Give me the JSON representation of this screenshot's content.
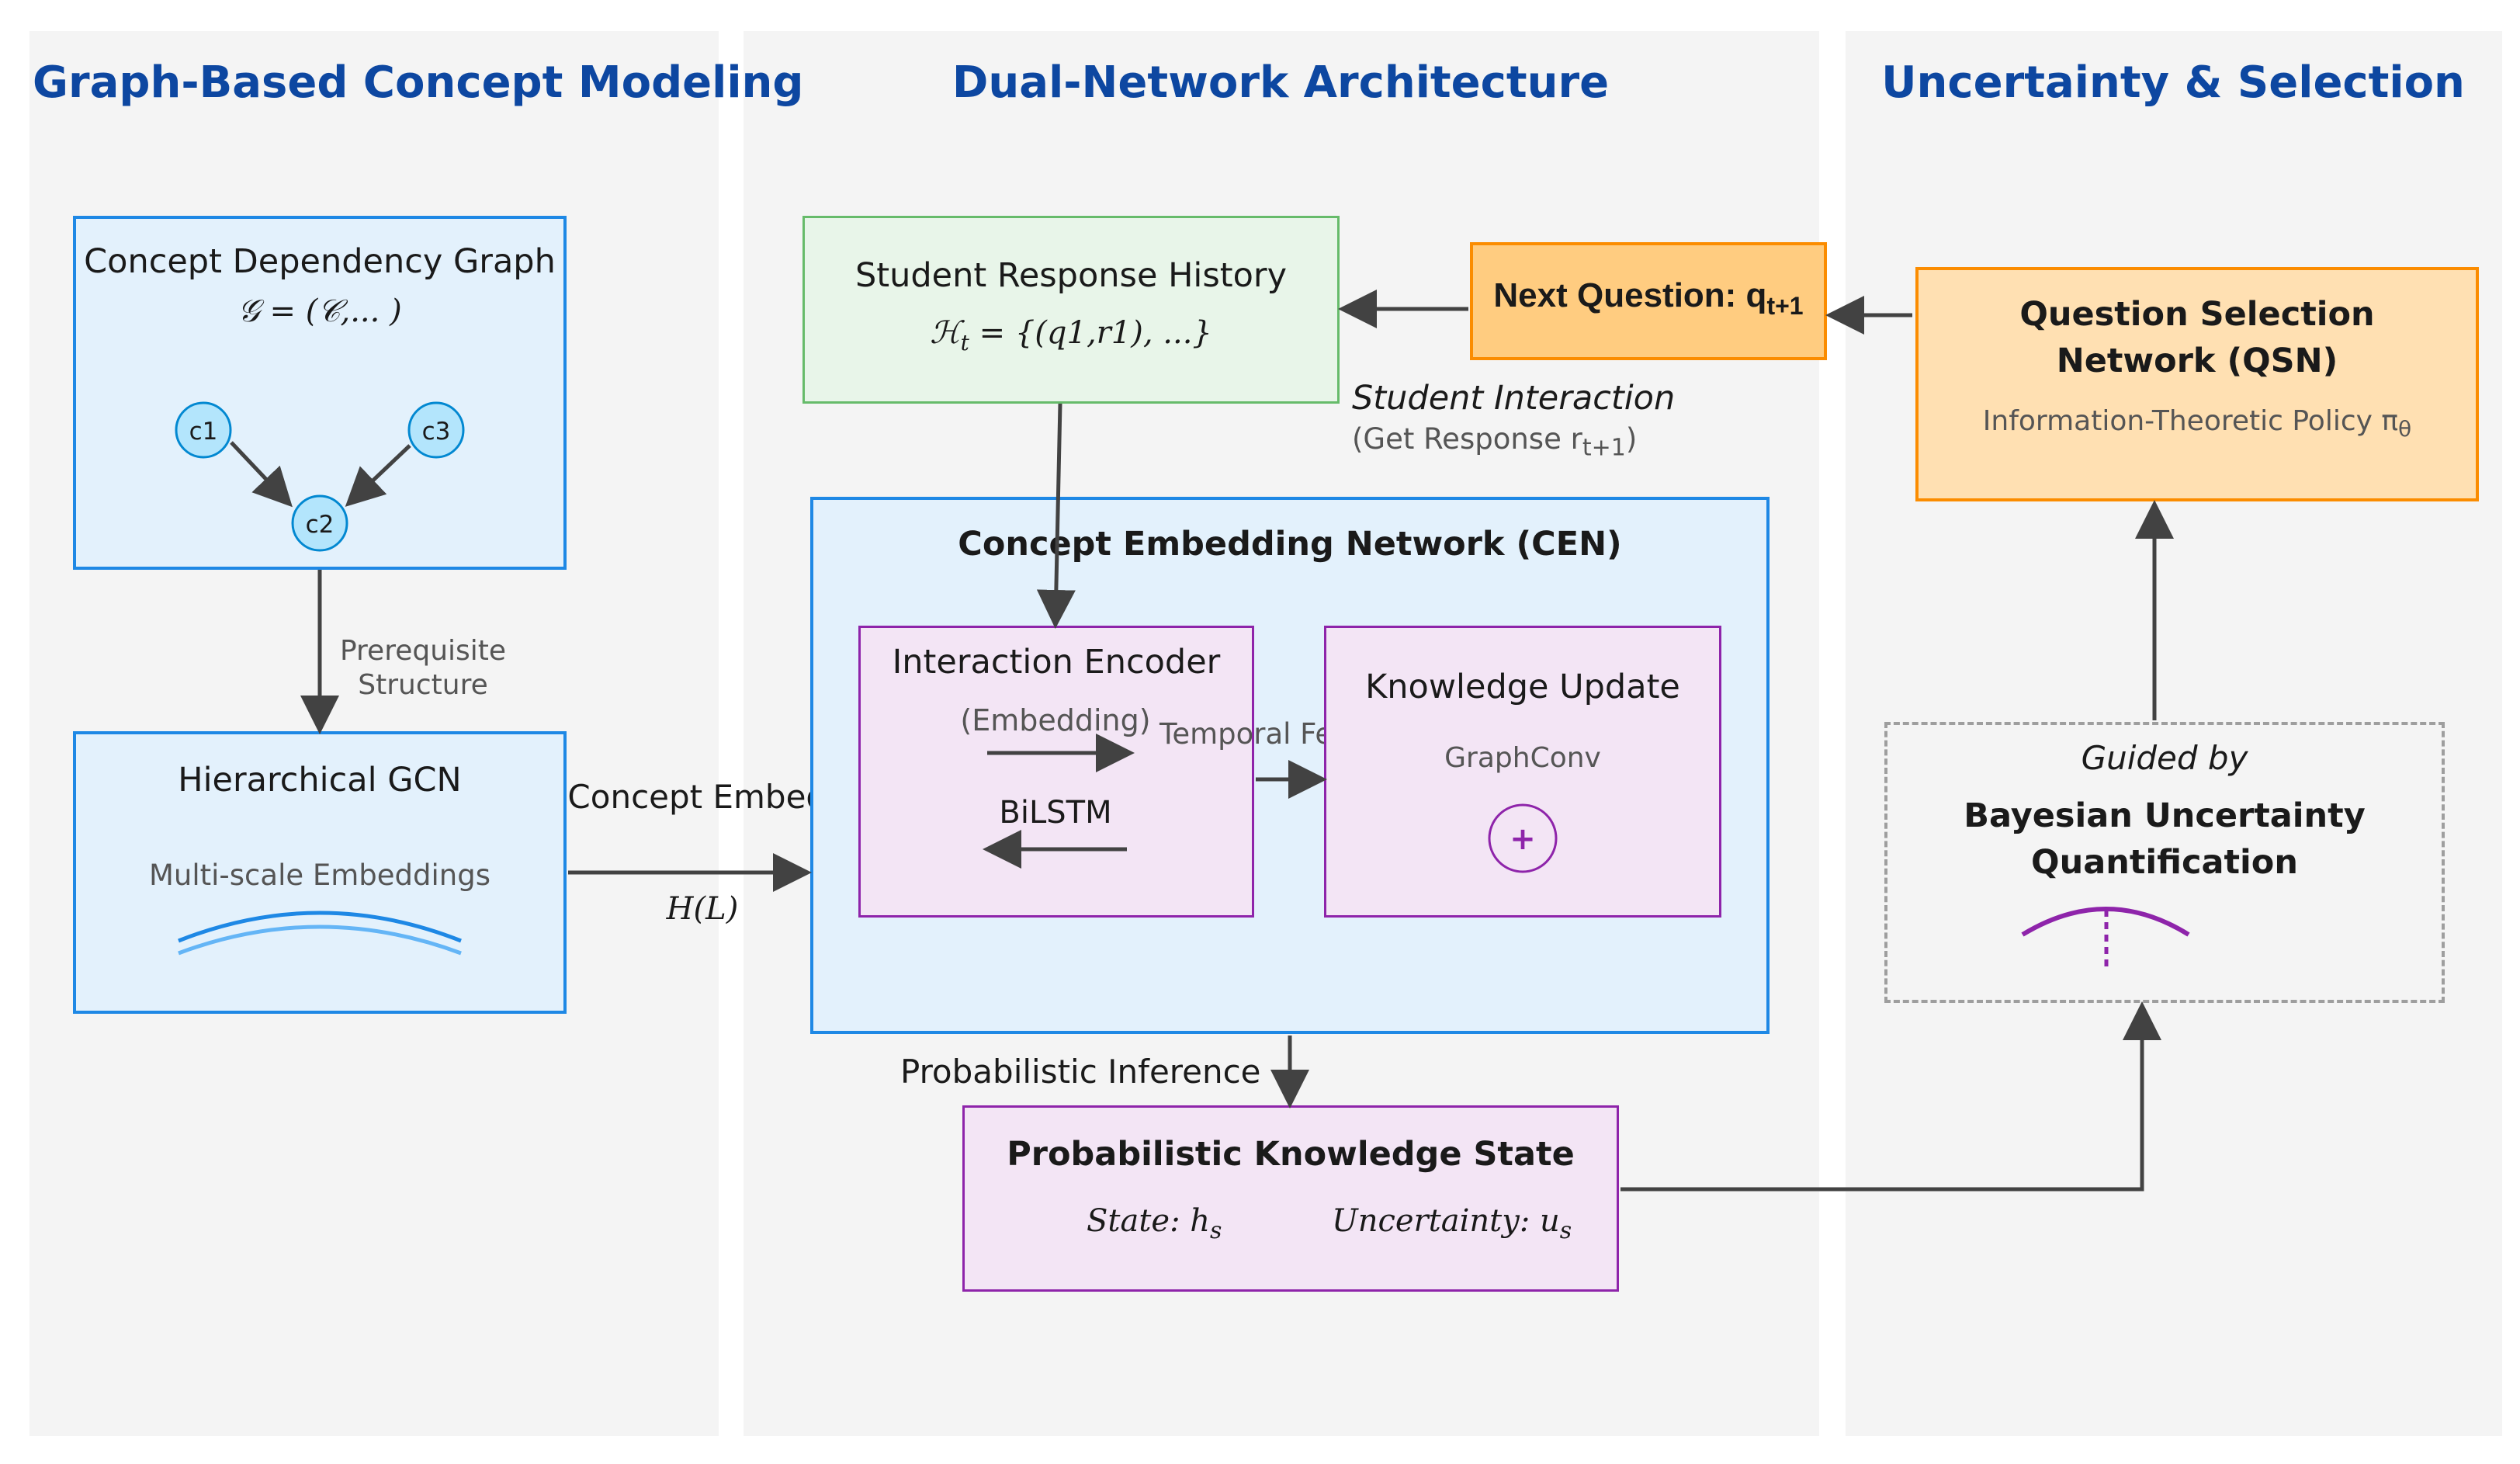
{
  "panels": {
    "left_title": "Graph-Based Concept Modeling",
    "middle_title": "Dual-Network Architecture",
    "right_title": "Uncertainty & Selection"
  },
  "concept_graph": {
    "title": "Concept Dependency Graph",
    "formula": "𝒢 = (𝒞,...   )",
    "nodes": [
      "c1",
      "c2",
      "c3"
    ]
  },
  "prereq_label_line1": "Prerequisite",
  "prereq_label_line2": "Structure",
  "gcn": {
    "title": "Hierarchical GCN",
    "subtitle": "Multi-scale Embeddings"
  },
  "concept_embeddings_label": "Concept Embeddings",
  "hl_label": "H(L)",
  "history": {
    "title": "Student Response History",
    "formula_prefix": "ℋ",
    "formula_sub": "t",
    "formula_rest": " = {(q1,r1), ...}"
  },
  "next_question": {
    "label": "Next Question: q",
    "sub": "t+1"
  },
  "student_interaction": {
    "line1": "Student Interaction",
    "line2": "(Get Response r",
    "line2_sub": "t+1",
    "line2_end": ")"
  },
  "cen": {
    "title": "Concept Embedding Network (CEN)"
  },
  "encoder": {
    "title": "Interaction Encoder",
    "embedding": "(Embedding)",
    "bilstm": "BiLSTM"
  },
  "temporal_features": "Temporal Features",
  "knowledge_update": {
    "title": "Knowledge Update",
    "subtitle": "GraphConv",
    "plus": "+"
  },
  "prob_inference_label": "Probabilistic Inference",
  "knowledge_state": {
    "title": "Probabilistic Knowledge State",
    "state_prefix": "State: h",
    "state_sub": "s",
    "uncert_prefix": "Uncertainty: u",
    "uncert_sub": "s"
  },
  "qsn": {
    "title_line1": "Question Selection",
    "title_line2": "Network (QSN)",
    "policy_prefix": "Information-Theoretic Policy π",
    "policy_sub": "θ"
  },
  "bayes": {
    "guided": "Guided by",
    "line1": "Bayesian Uncertainty",
    "line2": "Quantification"
  },
  "colors": {
    "panel_bg": "#f4f4f4",
    "title_blue": "#0d47a1",
    "blue_border": "#1e88e5",
    "green_border": "#66bb6a",
    "purple_border": "#8e24aa",
    "orange_border": "#fb8c00",
    "arrow": "#424242"
  }
}
